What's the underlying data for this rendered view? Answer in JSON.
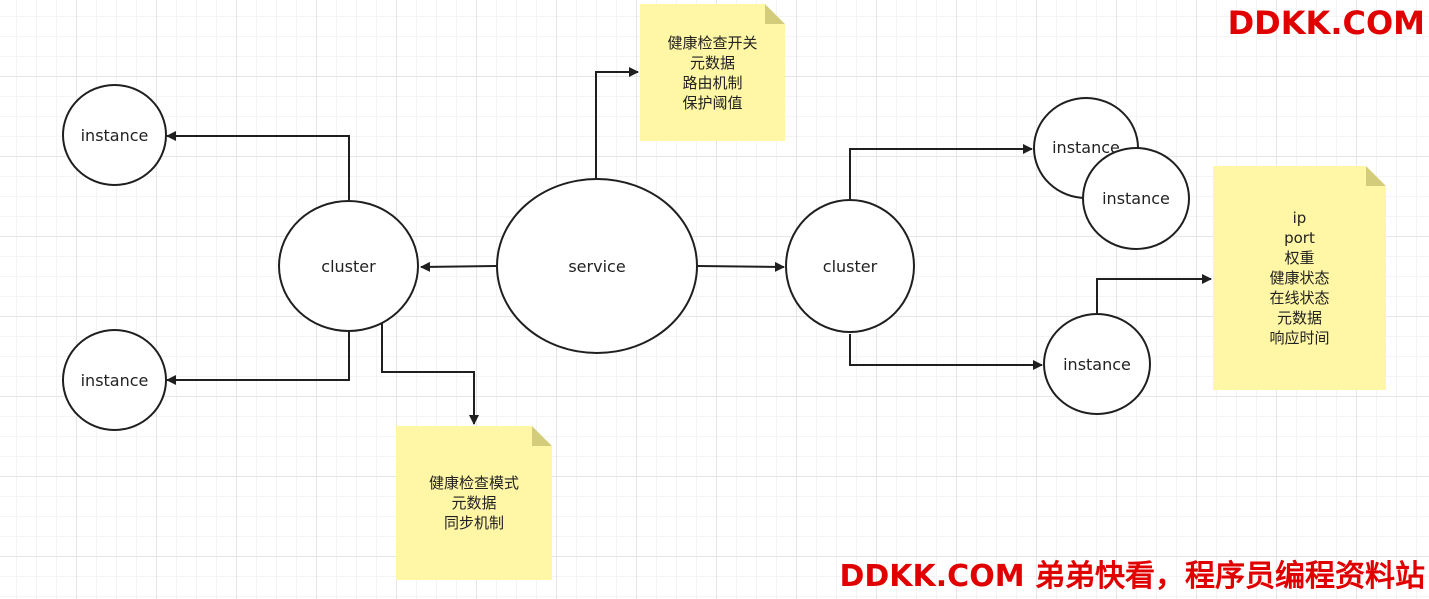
{
  "nodes": {
    "service": "service",
    "cluster_left": "cluster",
    "cluster_right": "cluster",
    "instance_left_top": "instance",
    "instance_left_bottom": "instance",
    "instance_right_top_back": "instance",
    "instance_right_top_front": "instance",
    "instance_right_bottom": "instance"
  },
  "notes": {
    "service_note": [
      "健康检查开关",
      "元数据",
      "路由机制",
      "保护阈值"
    ],
    "cluster_note": [
      "健康检查模式",
      "元数据",
      "同步机制"
    ],
    "instance_note": [
      "ip",
      "port",
      "权重",
      "健康状态",
      "在线状态",
      "元数据",
      "响应时间"
    ]
  },
  "watermark": {
    "top": "DDKK.COM",
    "bottom": "DDKK.COM 弟弟快看，程序员编程资料站"
  },
  "colors": {
    "note_fill": "#fff7a6",
    "note_fold": "#d3cc7a",
    "stroke": "#1f1f1f",
    "watermark": "#e00000"
  }
}
